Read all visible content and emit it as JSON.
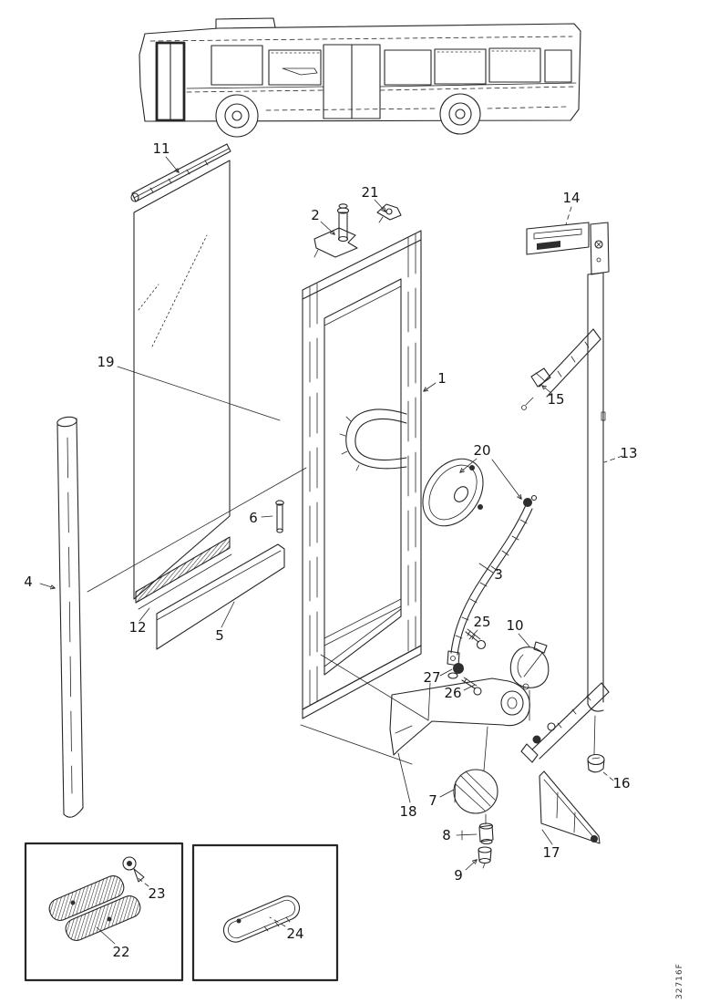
{
  "figure": {
    "type": "exploded-parts-diagram",
    "subject": "bus front door assembly",
    "part_code": "32716F"
  },
  "callouts": [
    {
      "label": "1"
    },
    {
      "label": "2"
    },
    {
      "label": "3"
    },
    {
      "label": "4"
    },
    {
      "label": "5"
    },
    {
      "label": "6"
    },
    {
      "label": "7"
    },
    {
      "label": "8"
    },
    {
      "label": "9"
    },
    {
      "label": "10"
    },
    {
      "label": "11"
    },
    {
      "label": "12"
    },
    {
      "label": "13"
    },
    {
      "label": "14"
    },
    {
      "label": "15"
    },
    {
      "label": "16"
    },
    {
      "label": "17"
    },
    {
      "label": "18"
    },
    {
      "label": "19"
    },
    {
      "label": "20"
    },
    {
      "label": "21"
    },
    {
      "label": "22"
    },
    {
      "label": "23"
    },
    {
      "label": "24"
    },
    {
      "label": "25"
    },
    {
      "label": "26"
    },
    {
      "label": "27"
    }
  ],
  "insets": {
    "box1_items": [
      "22",
      "23"
    ],
    "box2_items": [
      "24"
    ]
  }
}
